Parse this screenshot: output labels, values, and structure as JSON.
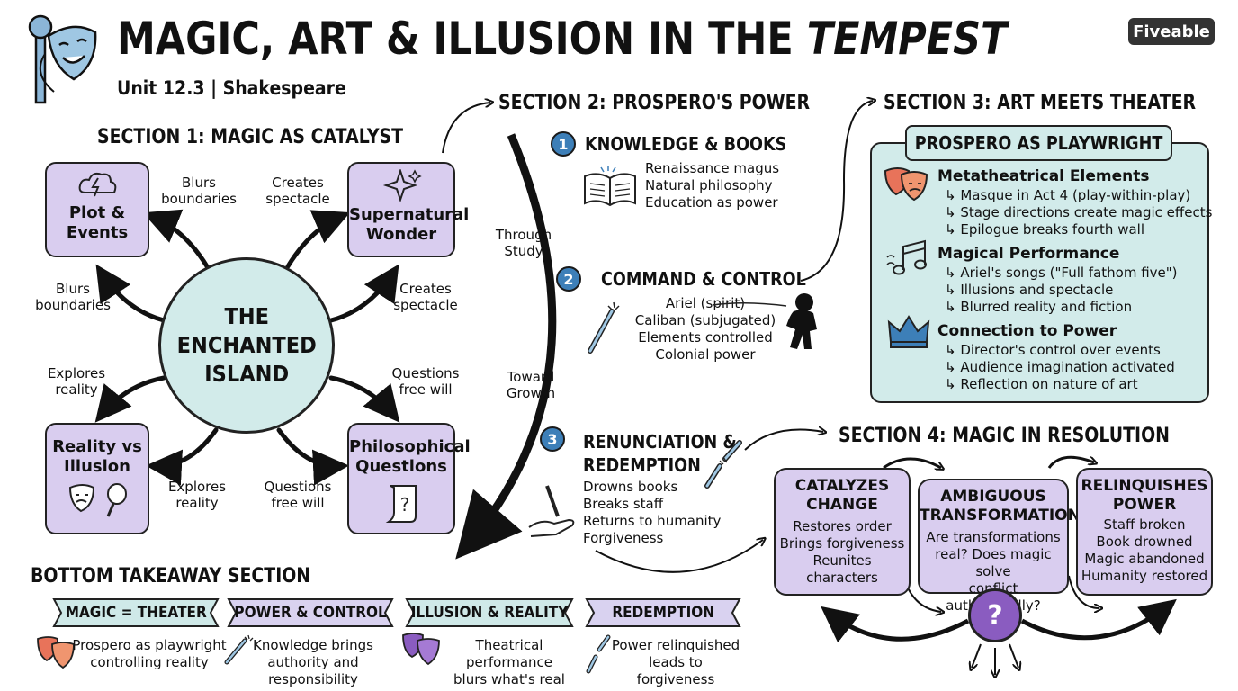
{
  "header": {
    "title_main": "MAGIC, ART & ILLUSION IN THE ",
    "title_italic": "TEMPEST",
    "subtitle": "Unit 12.3 | Shakespeare",
    "logo": "Fiveable"
  },
  "section1": {
    "heading": "SECTION 1: MAGIC AS CATALYST",
    "hub": "THE\nENCHANTED\nISLAND",
    "boxes": {
      "plot": "Plot &\nEvents",
      "wonder": "Supernatural\nWonder",
      "reality": "Reality vs\nIllusion",
      "philosophy": "Philosophical\nQuestions"
    },
    "labels": {
      "blurs_top": "Blurs\nboundaries",
      "creates_top": "Creates\nspectacle",
      "blurs_left": "Blurs\nboundaries",
      "creates_right": "Creates\nspectacle",
      "explores_left": "Explores\nreality",
      "questions_right": "Questions\nfree will",
      "explores_bottom": "Explores\nreality",
      "questions_bottom": "Questions\nfree will"
    }
  },
  "section2": {
    "heading": "SECTION 2: PROSPERO'S POWER",
    "curve_label_1": "Through\nStudy",
    "curve_label_2": "Toward\nGrowth",
    "steps": [
      {
        "num": "1",
        "title": "KNOWLEDGE & BOOKS",
        "items": [
          "Renaissance magus",
          "Natural philosophy",
          "Education as power"
        ]
      },
      {
        "num": "2",
        "title": "COMMAND & CONTROL",
        "items": [
          "Ariel (spirit)",
          "Caliban (subjugated)",
          "Elements controlled",
          "Colonial power"
        ]
      },
      {
        "num": "3",
        "title": "RENUNCIATION &\nREDEMPTION",
        "items": [
          "Drowns books",
          "Breaks staff",
          "Returns to humanity",
          "Forgiveness"
        ]
      }
    ]
  },
  "section3": {
    "heading": "SECTION 3: ART MEETS THEATER",
    "tab": "PROSPERO AS PLAYWRIGHT",
    "groups": [
      {
        "title": "Metatheatrical Elements",
        "items": [
          "↳ Masque in Act 4 (play-within-play)",
          "↳ Stage directions create magic effects",
          "↳ Epilogue breaks fourth wall"
        ]
      },
      {
        "title": "Magical Performance",
        "items": [
          "↳ Ariel's songs (\"Full fathom five\")",
          "↳ Illusions and spectacle",
          "↳ Blurred reality and fiction"
        ]
      },
      {
        "title": "Connection to Power",
        "items": [
          "↳ Director's control over events",
          "↳ Audience imagination activated",
          "↳ Reflection on nature of art"
        ]
      }
    ]
  },
  "section4": {
    "heading": "SECTION 4: MAGIC IN RESOLUTION",
    "boxes": [
      {
        "title": "CATALYZES\nCHANGE",
        "body": "Restores order\nBrings forgiveness\nReunites characters"
      },
      {
        "title": "AMBIGUOUS\nTRANSFORMATION",
        "body": "Are transformations\nreal? Does magic solve\nconflict authentically?"
      },
      {
        "title": "RELINQUISHES\nPOWER",
        "body": "Staff broken\nBook drowned\nMagic abandoned\nHumanity restored"
      }
    ],
    "question_mark": "?"
  },
  "takeaway": {
    "heading": "BOTTOM TAKEAWAY SECTION",
    "banners": [
      {
        "label": "MAGIC = THEATER",
        "text": "Prospero as playwright\ncontrolling reality"
      },
      {
        "label": "POWER & CONTROL",
        "text": "Knowledge brings\nauthority and responsibility"
      },
      {
        "label": "ILLUSION & REALITY",
        "text": "Theatrical performance\nblurs what's real"
      },
      {
        "label": "REDEMPTION",
        "text": "Power relinquished\nleads to forgiveness"
      }
    ]
  },
  "colors": {
    "lavender": "#d9cdef",
    "teal": "#d2ebea",
    "badge_blue": "#3d7fb8",
    "banner_teal": "#cfe9e8",
    "banner_lavender": "#d9d2f0",
    "mask_orange": "#e8735a",
    "purple_dark": "#8a5cc0"
  },
  "icons": [
    "theater-masks-icon",
    "lightning-cloud-icon",
    "sparkle-icon",
    "masks-icon",
    "mirror-icon",
    "scroll-question-icon",
    "open-book-icon",
    "wand-icon",
    "caliban-figure-icon",
    "broken-staff-icon",
    "hand-staff-icon",
    "music-notes-icon",
    "crown-icon"
  ]
}
